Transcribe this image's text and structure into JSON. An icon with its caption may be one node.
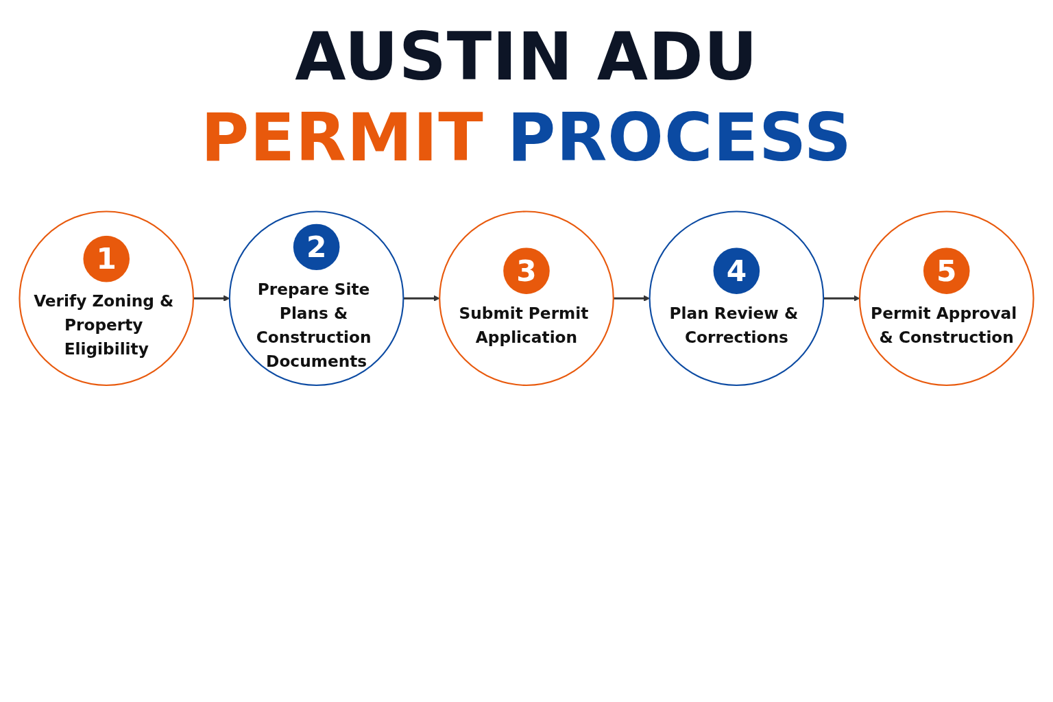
{
  "diagram": {
    "title": "AUSTIN ADU PERMIT PROCESS",
    "nodes": [
      {
        "text": [
          "1",
          "Verify Zoning & Property Eligibility"
        ]
      },
      {
        "text": [
          "2",
          "Prepare Site Plans & Construction Documents"
        ]
      },
      {
        "text": [
          "3",
          "Submit Permit Application"
        ]
      },
      {
        "text": [
          "4",
          "Plan Review & Corrections"
        ]
      },
      {
        "text": [
          "5",
          "Permit Approval & Construction"
        ]
      }
    ],
    "edges": [
      {
        "from": 0,
        "to": 1,
        "arrow": "to"
      },
      {
        "from": 1,
        "to": 2,
        "arrow": "to"
      },
      {
        "from": 2,
        "to": 3,
        "arrow": "to"
      },
      {
        "from": 3,
        "to": 4,
        "arrow": "to"
      }
    ]
  }
}
